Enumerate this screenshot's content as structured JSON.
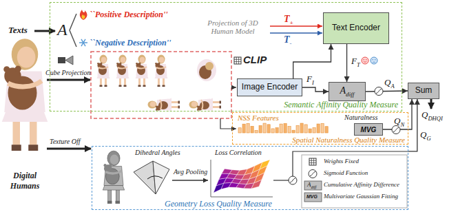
{
  "diagram": {
    "nodes": [
      {
        "text": [
          "Semantic Affinity Quality Measure"
        ]
      },
      {
        "text": [
          "Text Encoder"
        ],
        "in": 0
      },
      {
        "text": [
          "Image Encoder"
        ],
        "in": 0
      },
      {
        "text": [
          "A",
          "diff"
        ],
        "in": 0
      },
      {
        "text": [
          "Spatial Naturalness Quality Measure"
        ]
      },
      {
        "text": [
          "MVG"
        ],
        "in": 4
      },
      {
        "text": [
          "Geometry Loss Quality Measure"
        ]
      },
      {
        "text": [
          "Sum"
        ]
      }
    ],
    "edges": [
      {
        "from": 2,
        "to": 1,
        "arrow": "to"
      },
      {
        "from": 1,
        "to": 3,
        "arrow": "to"
      },
      {
        "from": 2,
        "to": 3,
        "arrow": "to"
      },
      {
        "from": 3,
        "to": 7,
        "arrow": "to"
      },
      {
        "from": 5,
        "to": 7,
        "arrow": "to"
      },
      {
        "from": 6,
        "to": 7,
        "arrow": "to"
      }
    ],
    "labels": [
      "Texts",
      "A",
      "``Positive Description''",
      "``Negative Description''",
      "Projection of 3D Human Model",
      "T",
      "+",
      "T",
      "-",
      "CLIP",
      "F",
      "T",
      "F",
      "I",
      "Cube Projection",
      "NSS Features",
      "Naturalness",
      "Q",
      "A",
      "Q",
      "N",
      "Q",
      "G",
      "Q",
      "DHQI",
      "Texture Off",
      "Dihedral Angles",
      "Avg Pooling",
      "Loss Correlation",
      "A",
      "diff",
      "MVG",
      "Digital Humans"
    ],
    "legend": [
      {
        "text": "Weights Fixed"
      },
      {
        "text": "Sigmoid Function"
      },
      {
        "text": "Cumulative Affinity Difference"
      },
      {
        "text": "Multivariate Gaussian Fitting"
      }
    ]
  }
}
